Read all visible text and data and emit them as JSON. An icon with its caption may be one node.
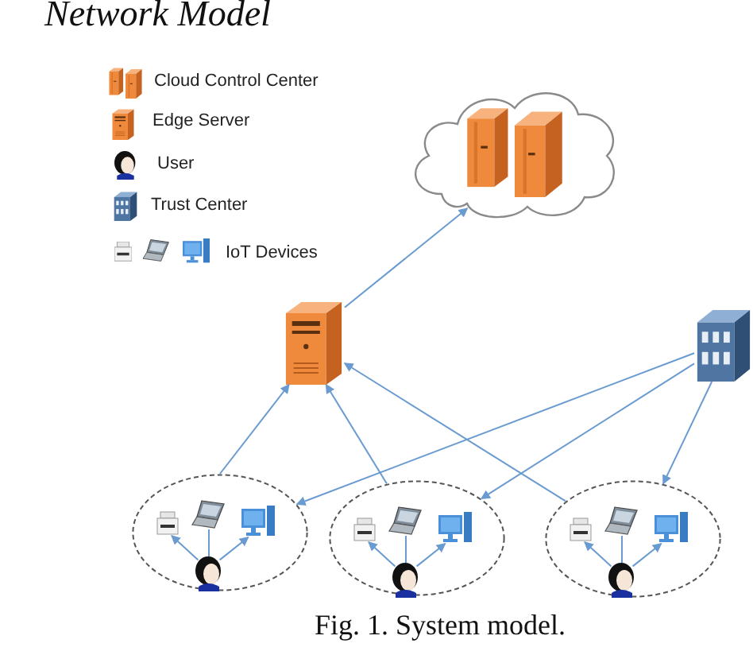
{
  "diagram": {
    "title": "Network Model",
    "caption": "Fig. 1. System model.",
    "nodes": [
      {
        "text": [],
        "shape": "cloud"
      },
      {
        "text": [],
        "shape": "picture"
      },
      {
        "text": [],
        "shape": "picture"
      },
      {
        "text": [],
        "shape": "ellipse"
      },
      {
        "text": [],
        "shape": "picture",
        "in": 3
      },
      {
        "text": [],
        "shape": "picture",
        "in": 3
      },
      {
        "text": [],
        "shape": "picture",
        "in": 3
      },
      {
        "text": [],
        "shape": "person",
        "in": 3
      },
      {
        "text": [],
        "shape": "ellipse"
      },
      {
        "text": [],
        "shape": "picture",
        "in": 8
      },
      {
        "text": [],
        "shape": "picture",
        "in": 8
      },
      {
        "text": [],
        "shape": "picture",
        "in": 8
      },
      {
        "text": [],
        "shape": "person",
        "in": 8
      },
      {
        "text": [],
        "shape": "ellipse"
      },
      {
        "text": [],
        "shape": "picture",
        "in": 13
      },
      {
        "text": [],
        "shape": "picture",
        "in": 13
      },
      {
        "text": [],
        "shape": "picture",
        "in": 13
      },
      {
        "text": [],
        "shape": "person",
        "in": 13
      }
    ],
    "edges": [
      {
        "from": 1,
        "to": 0,
        "arrow": "to"
      },
      {
        "from": 3,
        "to": 1,
        "arrow": "to"
      },
      {
        "from": 8,
        "to": 1,
        "arrow": "to"
      },
      {
        "from": 13,
        "to": 1,
        "arrow": "to"
      },
      {
        "from": 2,
        "to": 3,
        "arrow": "to"
      },
      {
        "from": 2,
        "to": 8,
        "arrow": "to"
      },
      {
        "from": 2,
        "to": 13,
        "arrow": "to"
      },
      {
        "from": 7,
        "to": 4,
        "arrow": "to"
      },
      {
        "from": 7,
        "to": 5,
        "arrow": "none"
      },
      {
        "from": 7,
        "to": 6,
        "arrow": "to"
      },
      {
        "from": 12,
        "to": 9,
        "arrow": "to"
      },
      {
        "from": 12,
        "to": 10,
        "arrow": "none"
      },
      {
        "from": 12,
        "to": 11,
        "arrow": "to"
      },
      {
        "from": 17,
        "to": 14,
        "arrow": "to"
      },
      {
        "from": 17,
        "to": 15,
        "arrow": "none"
      },
      {
        "from": 17,
        "to": 16,
        "arrow": "to"
      }
    ],
    "legend": [
      {
        "text": "Cloud Control Center"
      },
      {
        "text": "Edge Server"
      },
      {
        "text": "User"
      },
      {
        "text": "Trust Center"
      },
      {
        "text": "IoT Devices"
      }
    ]
  }
}
